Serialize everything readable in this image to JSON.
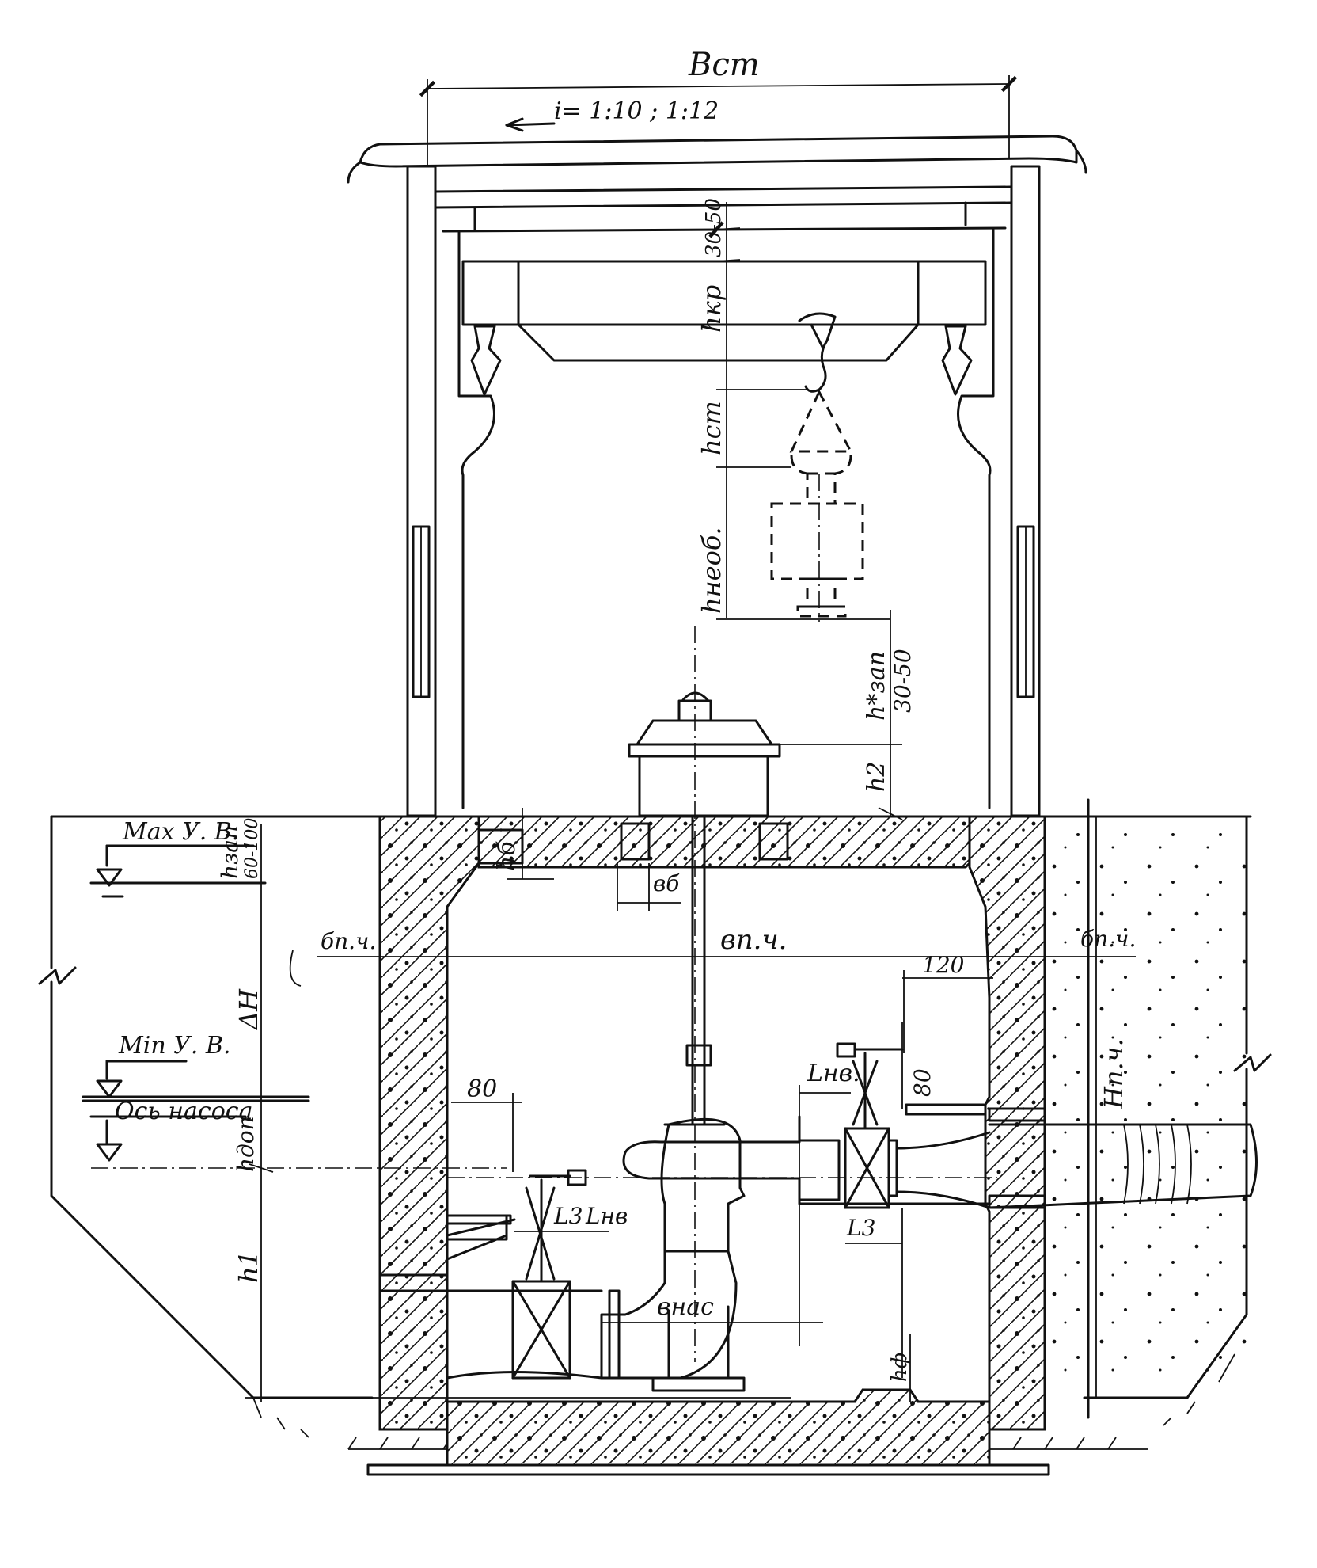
{
  "labels": {
    "b_st": "Bcm",
    "slope": "i= 1:10 ; 1:12",
    "dim_30_50_top": "30-50",
    "h_kr": "hкр",
    "h_st": "hcm",
    "h_neob": "hнеоб.",
    "h_zap_star": "h*зап",
    "dim_30_50_mid": "30-50",
    "h2": "h2",
    "h_b": "hб",
    "b_b": "вб",
    "max_level": "Max У. В.",
    "h_zap": "hзап",
    "dim_60_100": "60-100",
    "delta_n_left": "бп.ч.",
    "b_pch": "вп.ч.",
    "delta_n_right": "бп.ч.",
    "dim_120": "120",
    "delta_h": "ΔН",
    "min_level": "Min У. В.",
    "l_nv_right": "Lнв.",
    "dim_80_right": "80",
    "pump_axis": "Ось насоса",
    "h_p_dop": "hдоп",
    "dim_80_left": "80",
    "h_pch": "Нп.ч.",
    "l_3_left": "L3",
    "l_nv_left": "Lнв",
    "l_3_right": "L3",
    "h1": "h1",
    "b_nas": "внас",
    "h_f": "hф"
  }
}
